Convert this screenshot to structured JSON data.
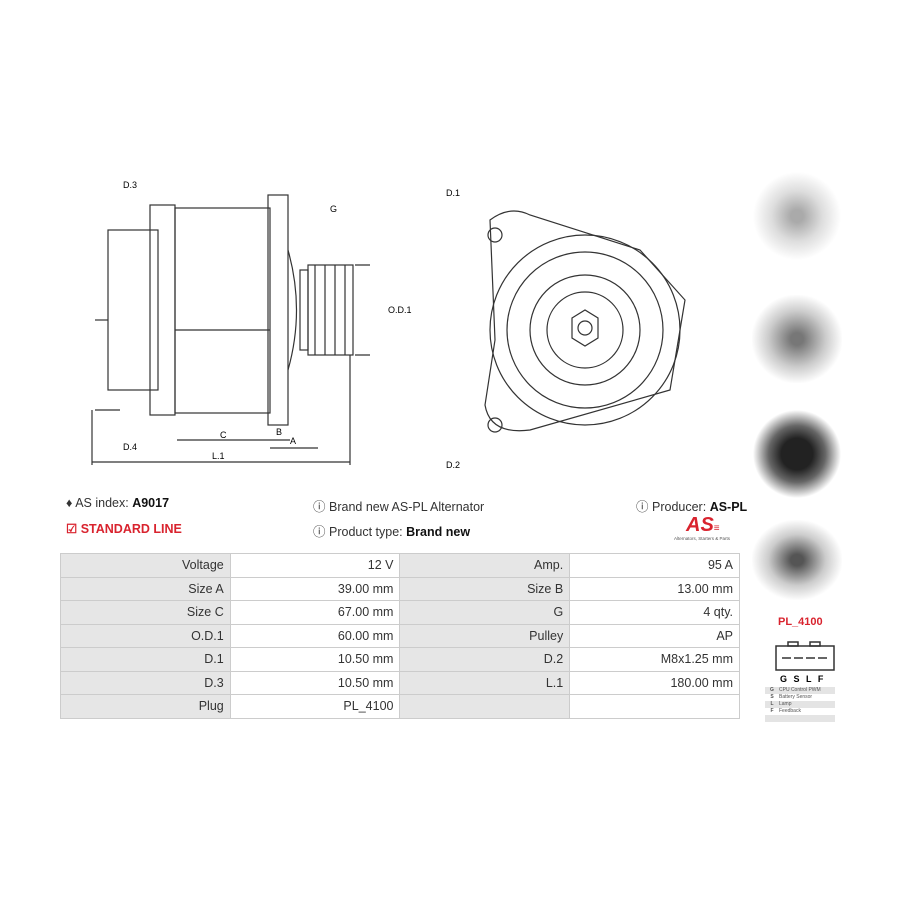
{
  "info": {
    "index_label": "AS index:",
    "index_value": "A9017",
    "line": "STANDARD LINE",
    "description": "Brand new AS-PL Alternator",
    "type_label": "Product type:",
    "type_value": "Brand new",
    "producer_label": "Producer:",
    "producer_value": "AS-PL",
    "logo_text": "AS",
    "logo_tagline": "Alternators, Starters & Parts"
  },
  "diagram_labels": {
    "d3": "D.3",
    "d4": "D.4",
    "g": "G",
    "od1": "O.D.1",
    "c": "C",
    "b": "B",
    "a": "A",
    "l1": "L.1",
    "d1": "D.1",
    "d2": "D.2"
  },
  "specs": [
    [
      "Voltage",
      "12 V",
      "Amp.",
      "95 A"
    ],
    [
      "Size A",
      "39.00 mm",
      "Size B",
      "13.00 mm"
    ],
    [
      "Size C",
      "67.00 mm",
      "G",
      "4 qty."
    ],
    [
      "O.D.1",
      "60.00 mm",
      "Pulley",
      "AP"
    ],
    [
      "D.1",
      "10.50 mm",
      "D.2",
      "M8x1.25 mm"
    ],
    [
      "D.3",
      "10.50 mm",
      "L.1",
      "180.00 mm"
    ],
    [
      "Plug",
      "PL_4100",
      "",
      ""
    ]
  ],
  "plug": {
    "name": "PL_4100",
    "pins": "G S L F",
    "legend": [
      [
        "G",
        "CPU Control PWM"
      ],
      [
        "S",
        "Battery Sensor"
      ],
      [
        "L",
        "Lamp"
      ],
      [
        "F",
        "Feedback"
      ],
      [
        "",
        ""
      ]
    ]
  },
  "colors": {
    "accent": "#d9232e"
  }
}
